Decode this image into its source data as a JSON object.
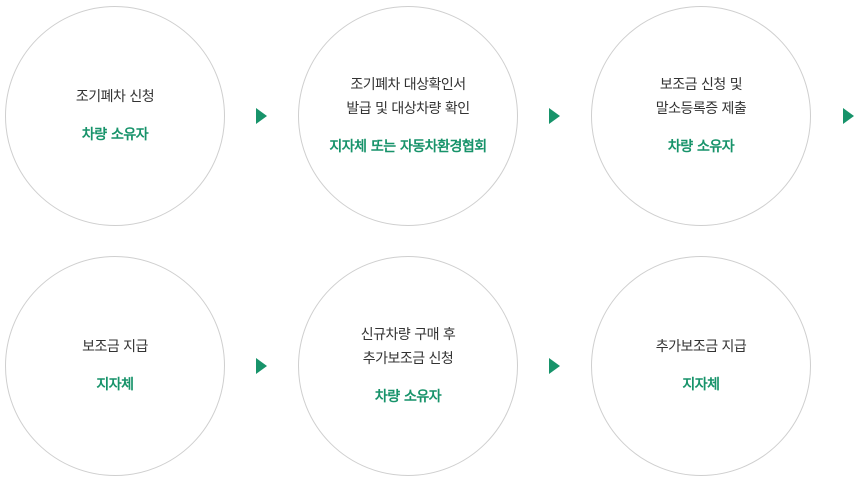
{
  "colors": {
    "accent": "#17936a",
    "text": "#333333",
    "border": "#cfcfcf"
  },
  "steps": [
    {
      "title": "조기폐차 신청",
      "actor": "차량 소유자"
    },
    {
      "title": "조기폐차 대상확인서\n발급 및 대상차량 확인",
      "actor": "지자체 또는 자동차환경협회"
    },
    {
      "title": "보조금 신청 및\n말소등록증 제출",
      "actor": "차량 소유자"
    },
    {
      "title": "보조금 지급",
      "actor": "지자체"
    },
    {
      "title": "신규차량 구매 후\n추가보조금 신청",
      "actor": "차량 소유자"
    },
    {
      "title": "추가보조금 지급",
      "actor": "지자체"
    }
  ],
  "arrows": [
    "arrow-right-icon",
    "arrow-right-icon",
    "arrow-right-icon",
    "arrow-right-icon",
    "arrow-right-icon"
  ]
}
